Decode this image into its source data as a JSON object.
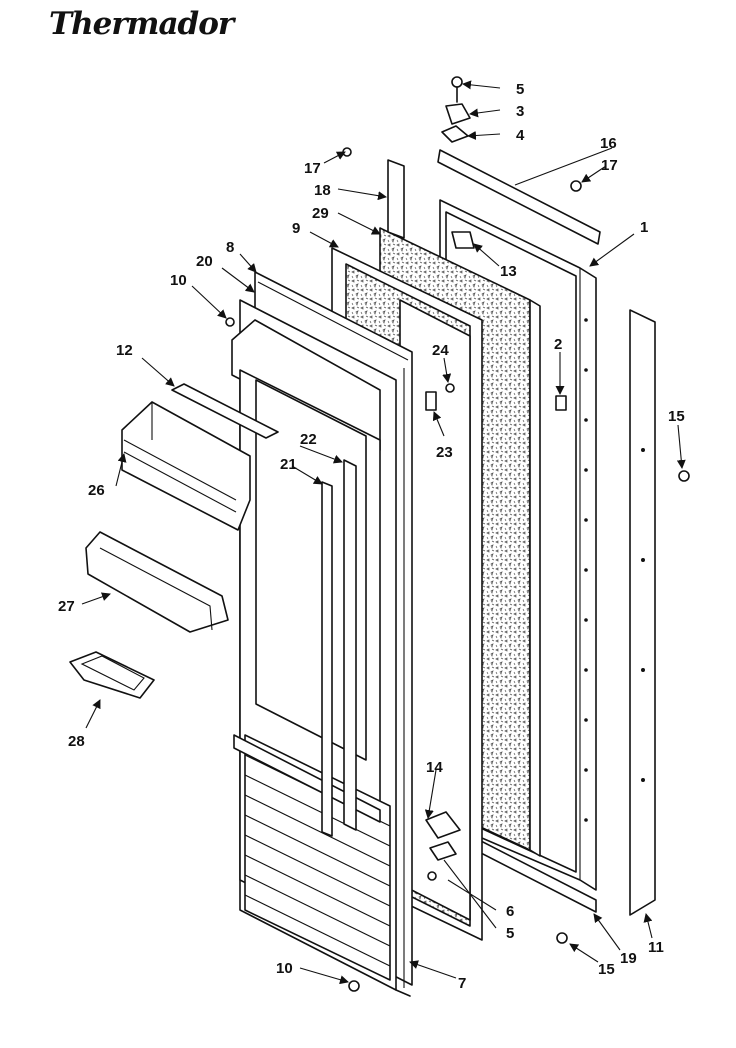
{
  "brand": "Thermador",
  "part_labels": {
    "p1": "1",
    "p2": "2",
    "p3": "3",
    "p4": "4",
    "p5a": "5",
    "p5b": "5",
    "p6": "6",
    "p7": "7",
    "p8": "8",
    "p9": "9",
    "p10a": "10",
    "p10b": "10",
    "p11": "11",
    "p12": "12",
    "p13": "13",
    "p14": "14",
    "p15a": "15",
    "p15b": "15",
    "p16": "16",
    "p17a": "17",
    "p17b": "17",
    "p18": "18",
    "p19": "19",
    "p20": "20",
    "p21": "21",
    "p22": "22",
    "p23": "23",
    "p24": "24",
    "p26": "26",
    "p27": "27",
    "p28": "28",
    "p29": "29"
  }
}
